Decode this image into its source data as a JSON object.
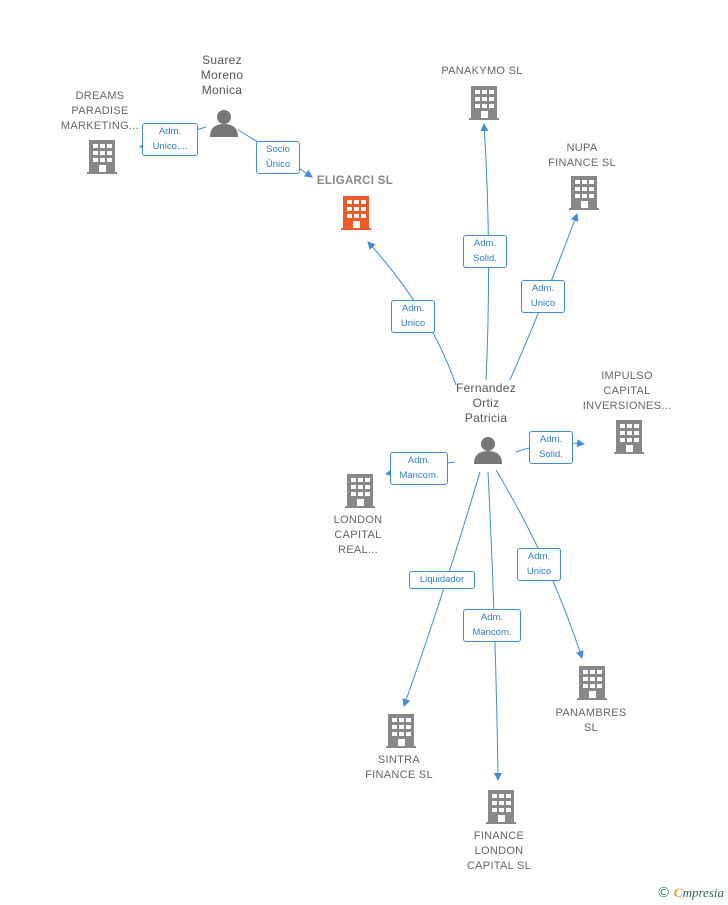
{
  "nodes": {
    "eligarci": {
      "label": "ELIGARCI  SL",
      "type": "company-main"
    },
    "suarez": {
      "label": "Suarez\nMoreno\nMonica",
      "type": "person"
    },
    "dreams": {
      "label": "DREAMS\nPARADISE\nMARKETING...",
      "type": "company"
    },
    "panakymo": {
      "label": "PANAKYMO  SL",
      "type": "company"
    },
    "nupa": {
      "label": "NUPA\nFINANCE  SL",
      "type": "company"
    },
    "fernandez": {
      "label": "Fernandez\nOrtiz\nPatricia",
      "type": "person"
    },
    "impulso": {
      "label": "IMPULSO\nCAPITAL\nINVERSIONES...",
      "type": "company"
    },
    "london_real": {
      "label": "LONDON\nCAPITAL\nREAL...",
      "type": "company"
    },
    "panambres": {
      "label": "PANAMBRES\nSL",
      "type": "company"
    },
    "sintra": {
      "label": "SINTRA\nFINANCE SL",
      "type": "company"
    },
    "finance_london": {
      "label": "FINANCE\nLONDON\nCAPITAL  SL",
      "type": "company"
    }
  },
  "edges": {
    "suarez_dreams": "Adm.\nUnico,...",
    "suarez_eligarci": "Socio\nÚnico",
    "fernandez_panakymo": "Adm.\nSolid.",
    "fernandez_nupa": "Adm.\nUnico",
    "fernandez_eligarci": "Adm.\nUnico",
    "fernandez_impulso": "Adm.\nSolid.",
    "fernandez_london_real": "Adm.\nMancom.",
    "fernandez_sintra": "Liquidador",
    "fernandez_finance_london": "Adm.\nMancom.",
    "fernandez_panambres": "Adm.\nUnico"
  },
  "colors": {
    "edge": "#3d8ee0",
    "company": "#888888",
    "main_company": "#f05a28",
    "person": "#777777"
  },
  "footer": {
    "copyright": "©",
    "brand_first": "C",
    "brand_rest": "mpresia"
  }
}
